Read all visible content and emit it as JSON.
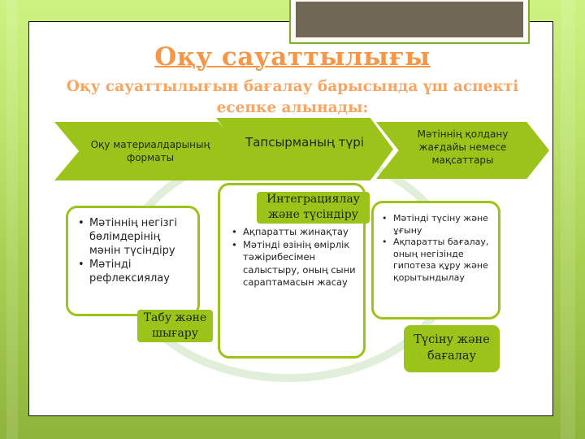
{
  "slide": {
    "title": "Оқу сауаттылығы",
    "subtitle": "Оқу сауаттылығын бағалау барысында үш аспекті есепке алынады:",
    "colors": {
      "title": "#f79646",
      "accent_green": "#9bc31a",
      "gray_box": "#716756",
      "background_top": "#cdf283",
      "background_bottom": "#8fb43c"
    }
  },
  "aspects": [
    {
      "header": "Оқу материалдарының форматы",
      "label": "Табу және шығару",
      "bullets": [
        "Мәтіннің негізгі бөлімдерінің мәнін түсіндіру",
        "Мәтінді рефлексиялау"
      ]
    },
    {
      "header": "Тапсырманың түрі",
      "label": "Интеграциялау және түсіндіру",
      "bullets": [
        "Ақпаратты жинақтау",
        "Мәтінді өзінің өмірлік тәжірибесімен салыстыру, оның сыни сараптамасын жасау"
      ]
    },
    {
      "header": "Мәтіннің қолдану жағдайы немесе мақсаттары",
      "label": "Түсіну және бағалау",
      "bullets": [
        "Мәтінді түсіну және ұғыну",
        "Ақпаратты бағалау, оның негізінде гипотеза құру және қорытындылау"
      ]
    }
  ]
}
